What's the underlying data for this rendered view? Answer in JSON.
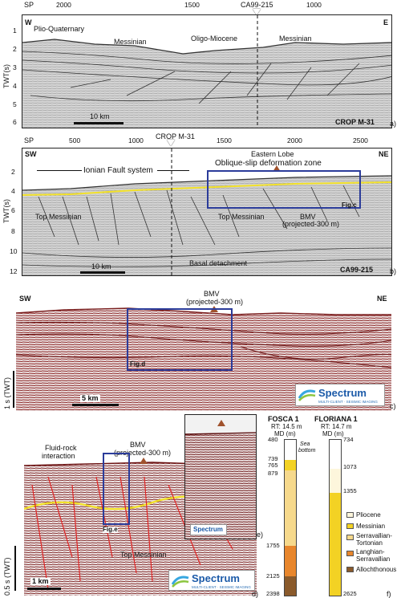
{
  "panel_a": {
    "sp_label": "SP",
    "sp_ticks": [
      "2000",
      "1500",
      "1000"
    ],
    "cross_line": "CA99-215",
    "west": "W",
    "east": "E",
    "y_title": "TWT(s)",
    "y_ticks": [
      "1",
      "2",
      "3",
      "4",
      "5",
      "6"
    ],
    "units": [
      "Plio-Quaternary",
      "Messinian",
      "Oligo-Miocene",
      "Messinian"
    ],
    "scale": "10 km",
    "line_name": "CROP M-31",
    "letter": "a)"
  },
  "panel_b": {
    "sp_label": "SP",
    "sp_ticks": [
      "500",
      "1000",
      "1500",
      "2000",
      "2500"
    ],
    "cross_line": "CROP M-31",
    "west": "SW",
    "east": "NE",
    "y_title": "TWT(s)",
    "y_ticks": [
      "2",
      "4",
      "6",
      "8",
      "10",
      "12"
    ],
    "labels": {
      "ionian": "Ionian Fault system",
      "eastern_lobe": "Eastern Lobe",
      "oblique": "Oblique-slip deformation zone",
      "top_messinian_1": "Top Messinian",
      "top_messinian_2": "Top Messinian",
      "bmv": "BMV",
      "bmv_sub": "(projected-300 m)",
      "fig": "Fig.c",
      "basal": "Basal detachment"
    },
    "scale": "10 km",
    "line_name": "CA99-215",
    "letter": "b)"
  },
  "panel_c": {
    "west": "SW",
    "east": "NE",
    "bmv": "BMV",
    "bmv_sub": "(projected-300 m)",
    "fig": "Fig.d",
    "y_title": "1 s (TWT)",
    "scale": "5 km",
    "logo_name": "Spectrum",
    "logo_sub": "MULTI-CLIENT · SEISMIC IMAGING",
    "letter": "c)"
  },
  "panel_d": {
    "fluid": "Fluid-rock",
    "fluid2": "interaction",
    "bmv": "BMV",
    "bmv_sub": "(projected-300 m)",
    "fig": "Fig.e",
    "top_messinian": "Top Messinian",
    "y_title": "0.5 s (TWT)",
    "scale": "1 km",
    "logo_name": "Spectrum",
    "logo_sub": "MULTI-CLIENT · SEISMIC IMAGING",
    "letter": "d)",
    "letter_e": "e)"
  },
  "panel_f": {
    "well1": "FOSCA 1",
    "well1_rt": "RT: 14.5 m",
    "well1_md": "MD (m)",
    "well2": "FLORIANA 1",
    "well2_rt": "RT: 14.7 m",
    "well2_md": "MD (m)",
    "sea_bottom_1": "Sea",
    "sea_bottom_2": "bottom",
    "fosca_depths": [
      "480",
      "739",
      "765",
      "879",
      "1755",
      "2125",
      "2398"
    ],
    "floriana_depths": [
      "734",
      "1073",
      "1355",
      "2625"
    ],
    "legend": [
      {
        "label": "Pliocene",
        "color": "#fdf6dc"
      },
      {
        "label": "Messinian",
        "color": "#f3d224"
      },
      {
        "label": "Serravallian-",
        "label2": "Tortonian",
        "color": "#f6d98c"
      },
      {
        "label": "Langhian-",
        "label2": "Serravallian",
        "color": "#e8862c"
      },
      {
        "label": "Allochthonous",
        "color": "#8a5a2b"
      }
    ],
    "letter": "f)"
  }
}
